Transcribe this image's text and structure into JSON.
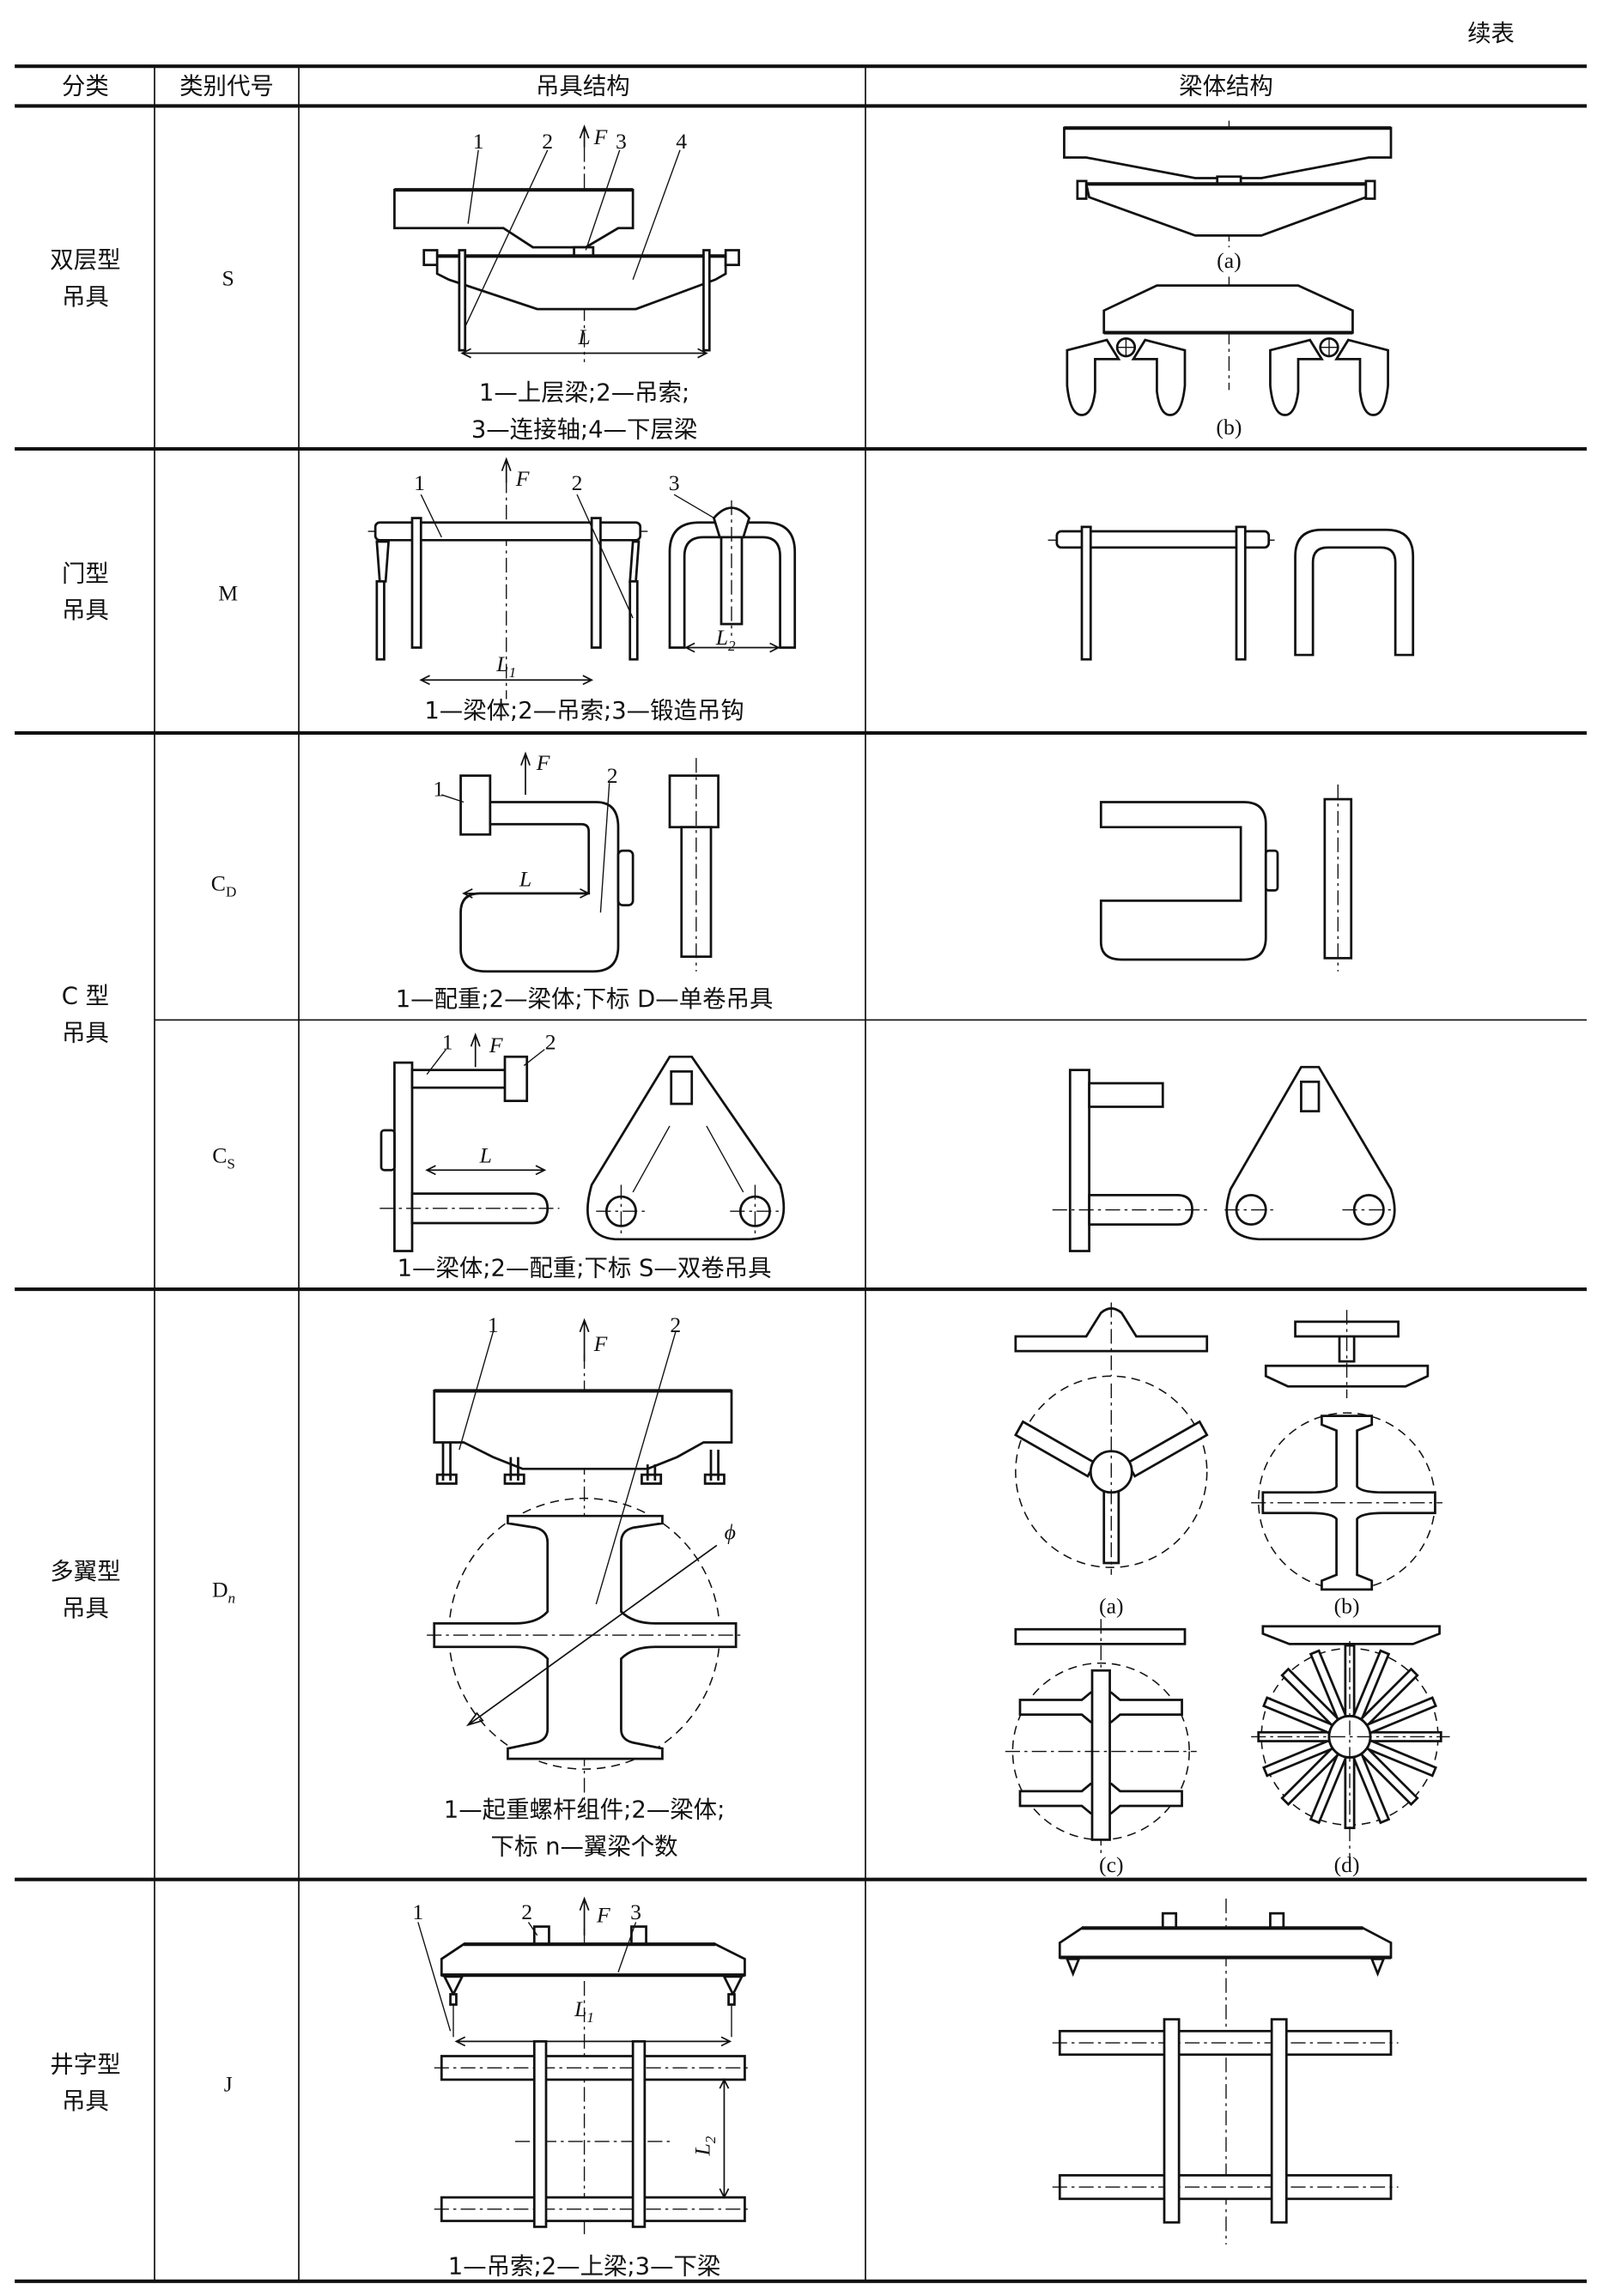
{
  "continued_label": "续表",
  "headers": [
    "分类",
    "类别代号",
    "吊具结构",
    "梁体结构"
  ],
  "rows": [
    {
      "category": [
        "双层型",
        "吊具"
      ],
      "code": "S",
      "code_sub": "",
      "labels": [
        "1",
        "2",
        "3",
        "4",
        "F",
        "L"
      ],
      "caption": [
        "1—上层梁;2—吊索;",
        "3—连接轴;4—下层梁"
      ],
      "views": [
        "(a)",
        "(b)"
      ]
    },
    {
      "category": [
        "门型",
        "吊具"
      ],
      "code": "M",
      "code_sub": "",
      "labels": [
        "1",
        "F",
        "2",
        "3",
        "L",
        "1",
        "L",
        "2"
      ],
      "caption": [
        "1—梁体;2—吊索;3—锻造吊钩"
      ]
    },
    {
      "category": [
        "C 型",
        "吊具"
      ],
      "code": "C",
      "code_sub": "D",
      "labels": [
        "1",
        "F",
        "2",
        "L"
      ],
      "caption": [
        "1—配重;2—梁体;下标 D—单卷吊具"
      ]
    },
    {
      "category": [],
      "code": "C",
      "code_sub": "S",
      "labels": [
        "1",
        "F",
        "2",
        "L"
      ],
      "caption": [
        "1—梁体;2—配重;下标 S—双卷吊具"
      ]
    },
    {
      "category": [
        "多翼型",
        "吊具"
      ],
      "code": "D",
      "code_sub": "n",
      "labels": [
        "1",
        "F",
        "2",
        "ϕ"
      ],
      "caption": [
        "1—起重螺杆组件;2—梁体;",
        "下标 n—翼梁个数"
      ],
      "views": [
        "(a)",
        "(b)",
        "(c)",
        "(d)"
      ]
    },
    {
      "category": [
        "井字型",
        "吊具"
      ],
      "code": "J",
      "code_sub": "",
      "labels": [
        "1",
        "2",
        "F",
        "3",
        "L",
        "1",
        "L",
        "2"
      ],
      "caption": [
        "1—吊索;2—上梁;3—下梁"
      ]
    }
  ]
}
